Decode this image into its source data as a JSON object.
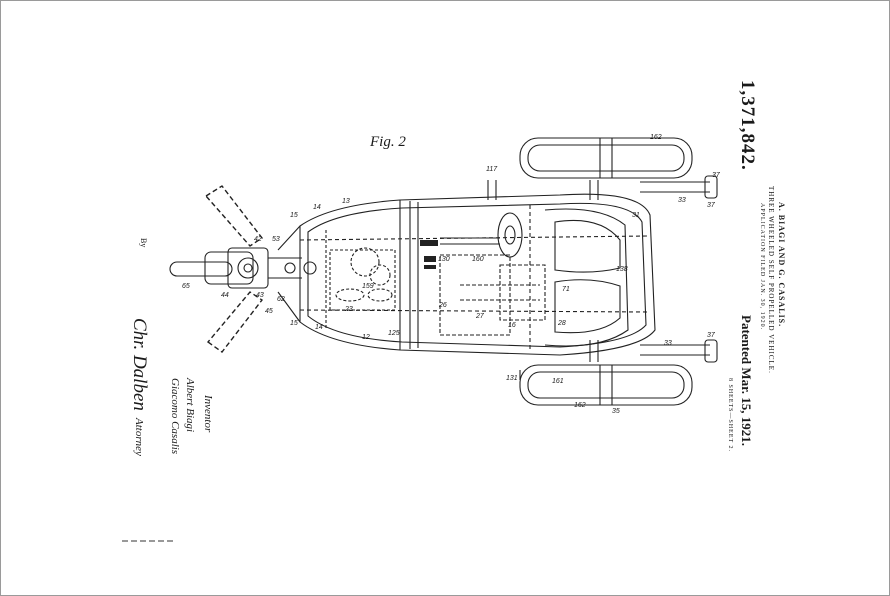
{
  "header": {
    "inventors": "A. BIAGI AND G. CASALIS.",
    "title": "THREE WHEELED SELF PROPELLED VEHICLE.",
    "application_filed": "APPLICATION FILED JAN. 30, 1920.",
    "patent_number": "1,371,842.",
    "patented": "Patented Mar. 15, 1921.",
    "sheets": "8 SHEETS—SHEET 2."
  },
  "figure": {
    "label": "Fig. 2"
  },
  "signature": {
    "inventor_label": "Inventor",
    "inventor_1": "Albert Biagi",
    "inventor_2": "Giacomo Casalis",
    "attorney_signature": "Chr. Dalben",
    "attorney_label": "Attorney",
    "by_label": "By"
  },
  "reference_numerals": [
    "162",
    "117",
    "37",
    "33",
    "37",
    "31",
    "15",
    "14",
    "13",
    "42",
    "53",
    "130",
    "160",
    "138",
    "65",
    "44",
    "43",
    "62",
    "45",
    "159",
    "23",
    "26",
    "71",
    "27",
    "16",
    "28",
    "15",
    "14",
    "12",
    "125",
    "33",
    "37",
    "131",
    "161",
    "162",
    "35"
  ]
}
